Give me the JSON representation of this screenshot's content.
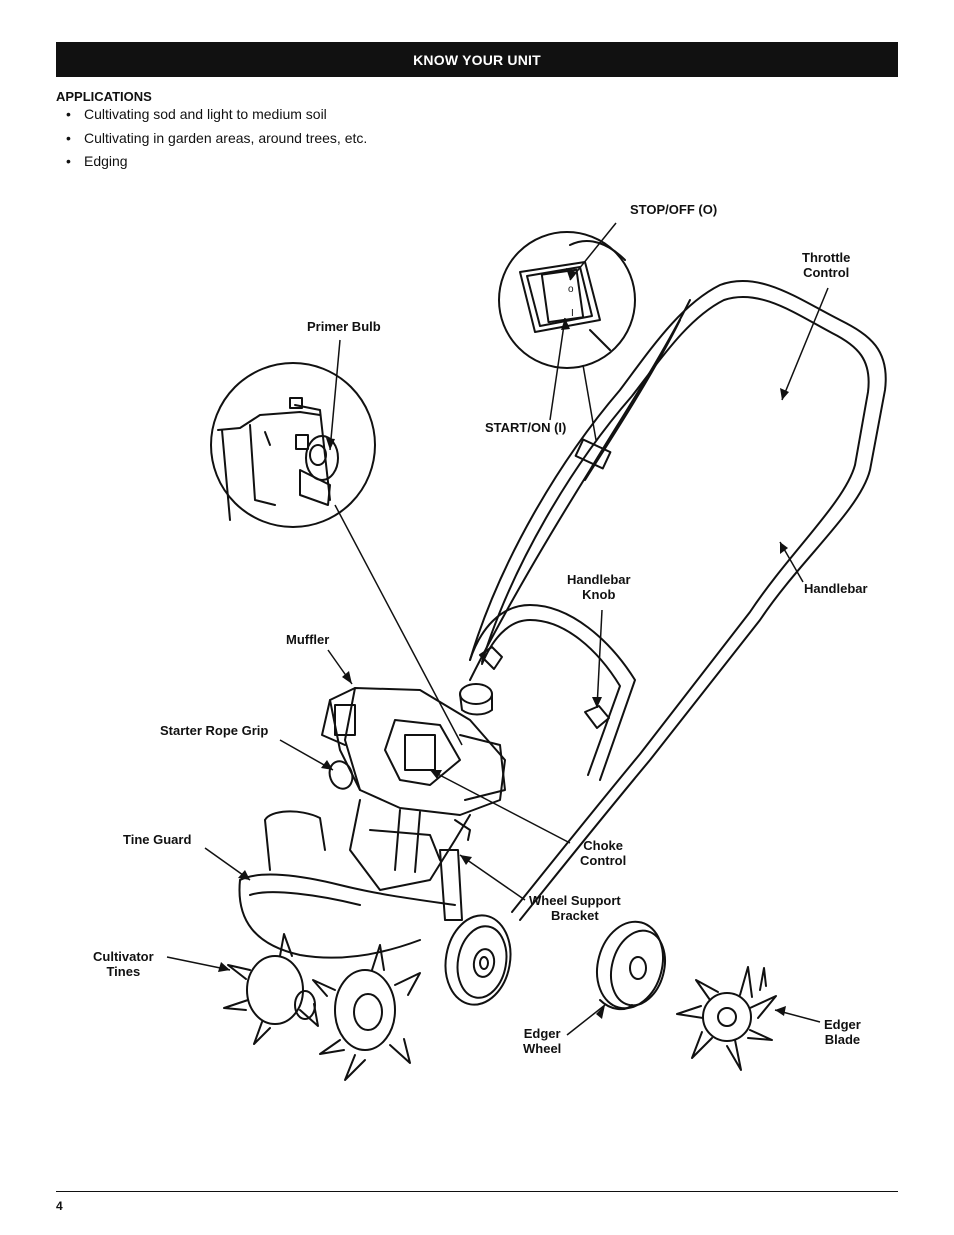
{
  "banner": {
    "title": "KNOW YOUR UNIT"
  },
  "applications": {
    "heading": "APPLICATIONS",
    "items": [
      "Cultivating sod and light to medium soil",
      "Cultivating in garden areas, around trees, etc.",
      "Edging"
    ]
  },
  "labels": {
    "stop_off": "STOP/OFF (O)",
    "start_on": "START/ON (I)",
    "throttle_control": "Throttle\nControl",
    "primer_bulb": "Primer Bulb",
    "handlebar_knob": "Handlebar\nKnob",
    "handlebar": "Handlebar",
    "muffler": "Muffler",
    "starter_rope_grip": "Starter Rope Grip",
    "tine_guard": "Tine Guard",
    "choke_control": "Choke\nControl",
    "wheel_support_bracket": "Wheel Support\nBracket",
    "cultivator_tines": "Cultivator\nTines",
    "edger_wheel": "Edger\nWheel",
    "edger_blade": "Edger\nBlade"
  },
  "switch_marks": {
    "off": "o",
    "on": "I"
  },
  "footer": {
    "page_number": "4"
  }
}
